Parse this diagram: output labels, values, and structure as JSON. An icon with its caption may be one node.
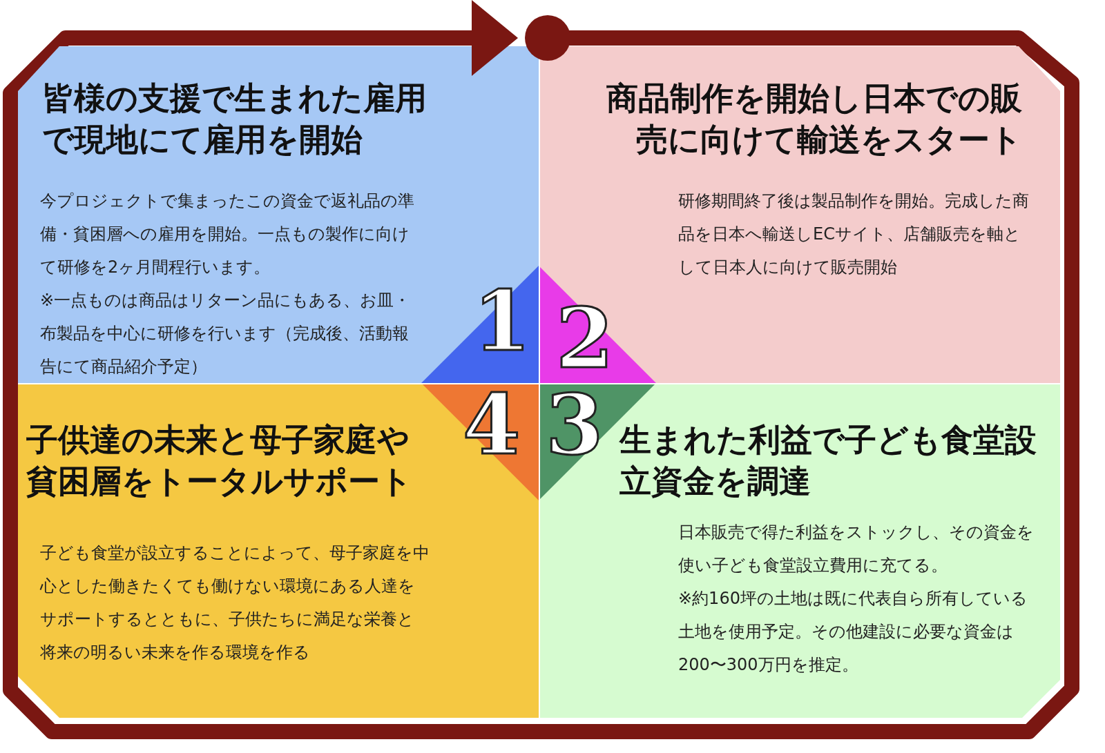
{
  "diagram": {
    "nodes": [
      {
        "text": [
          "皆様の支援で生まれた雇用で現地にて雇用を開始",
          "今プロジェクトで集まったこの資金で返礼品の準備・貧困層への雇用を開始。一点もの製作に向けて研修を2ヶ月間程行います。",
          "※一点ものは商品はリターン品にもある、お皿・布製品を中心に研修を行います（完成後、活動報告にて商品紹介予定）"
        ]
      },
      {
        "text": [
          "商品制作を開始し日本での販売に向けて輸送をスタート",
          "研修期間終了後は製品制作を開始。完成した商品を日本へ輸送しECサイト、店舗販売を軸として日本人に向けて販売開始"
        ]
      },
      {
        "text": [
          "子供達の未来と母子家庭や貧困層をトータルサポート",
          "子ども食堂が設立することによって、母子家庭を中心とした働きたくても働けない環境にある人達をサポートするとともに、子供たちに満足な栄養と将来の明るい未来を作る環境を作る"
        ]
      },
      {
        "text": [
          "生まれた利益で子ども食堂設立資金を調達",
          "日本販売で得た利益をストックし、その資金を使い子ども食堂設立費用に充てる。",
          "※約160坪の土地は既に代表自ら所有している土地を使用予定。その他建設に必要な資金は200〜300万円を推定。"
        ]
      },
      {
        "text": [
          "1"
        ],
        "in": 0
      },
      {
        "text": [
          "2"
        ],
        "in": 1
      },
      {
        "text": [
          "4"
        ],
        "in": 2
      },
      {
        "text": [
          "3"
        ],
        "in": 3
      }
    ]
  }
}
